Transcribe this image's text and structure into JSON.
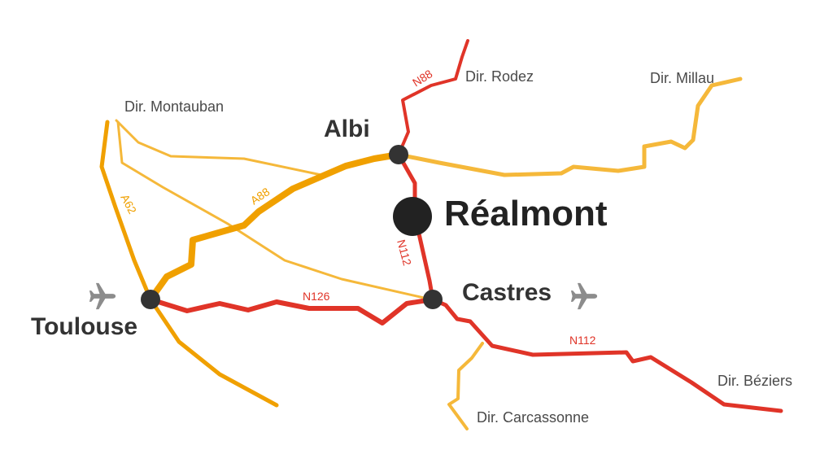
{
  "colors": {
    "background": "#ffffff",
    "autoroute": "#f0a000",
    "secondary_road": "#f5b83a",
    "national_road": "#e03428",
    "city_node": "#333333",
    "label_text": "#4a4a4a",
    "plane_icon": "#8c8c8c"
  },
  "cities": {
    "albi": "Albi",
    "realmont": "Réalmont",
    "castres": "Castres",
    "toulouse": "Toulouse"
  },
  "directions": {
    "rodez": "Dir. Rodez",
    "millau": "Dir. Millau",
    "montauban": "Dir. Montauban",
    "carcassonne": "Dir. Carcassonne",
    "beziers": "Dir. Béziers"
  },
  "roads": {
    "n88": "N88",
    "a88": "A88",
    "a62": "A62",
    "n112_north": "N112",
    "n126": "N126",
    "n112_south": "N112"
  },
  "icons": {
    "airport_toulouse": "airplane-icon",
    "airport_castres": "airplane-icon"
  }
}
